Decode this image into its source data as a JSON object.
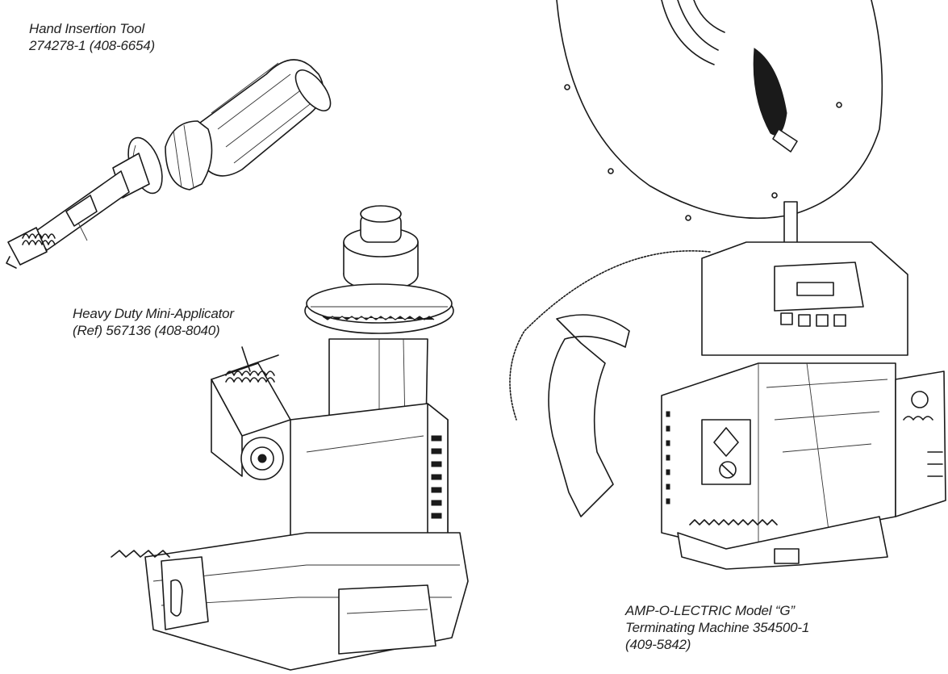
{
  "figure": {
    "items": [
      {
        "id": "hand-insertion-tool",
        "lines": [
          "Hand Insertion Tool",
          "274278-1 (408-6654)"
        ]
      },
      {
        "id": "mini-applicator",
        "lines": [
          "Heavy Duty Mini-Applicator",
          "(Ref) 567136 (408-8040)"
        ]
      },
      {
        "id": "terminating-machine",
        "lines": [
          "AMP-O-LECTRIC Model “G”",
          "Terminating Machine 354500-1",
          "(409-5842)"
        ]
      }
    ]
  },
  "colors": {
    "ink": "#1a1a1a",
    "background": "#ffffff",
    "label_text": "#222222"
  }
}
